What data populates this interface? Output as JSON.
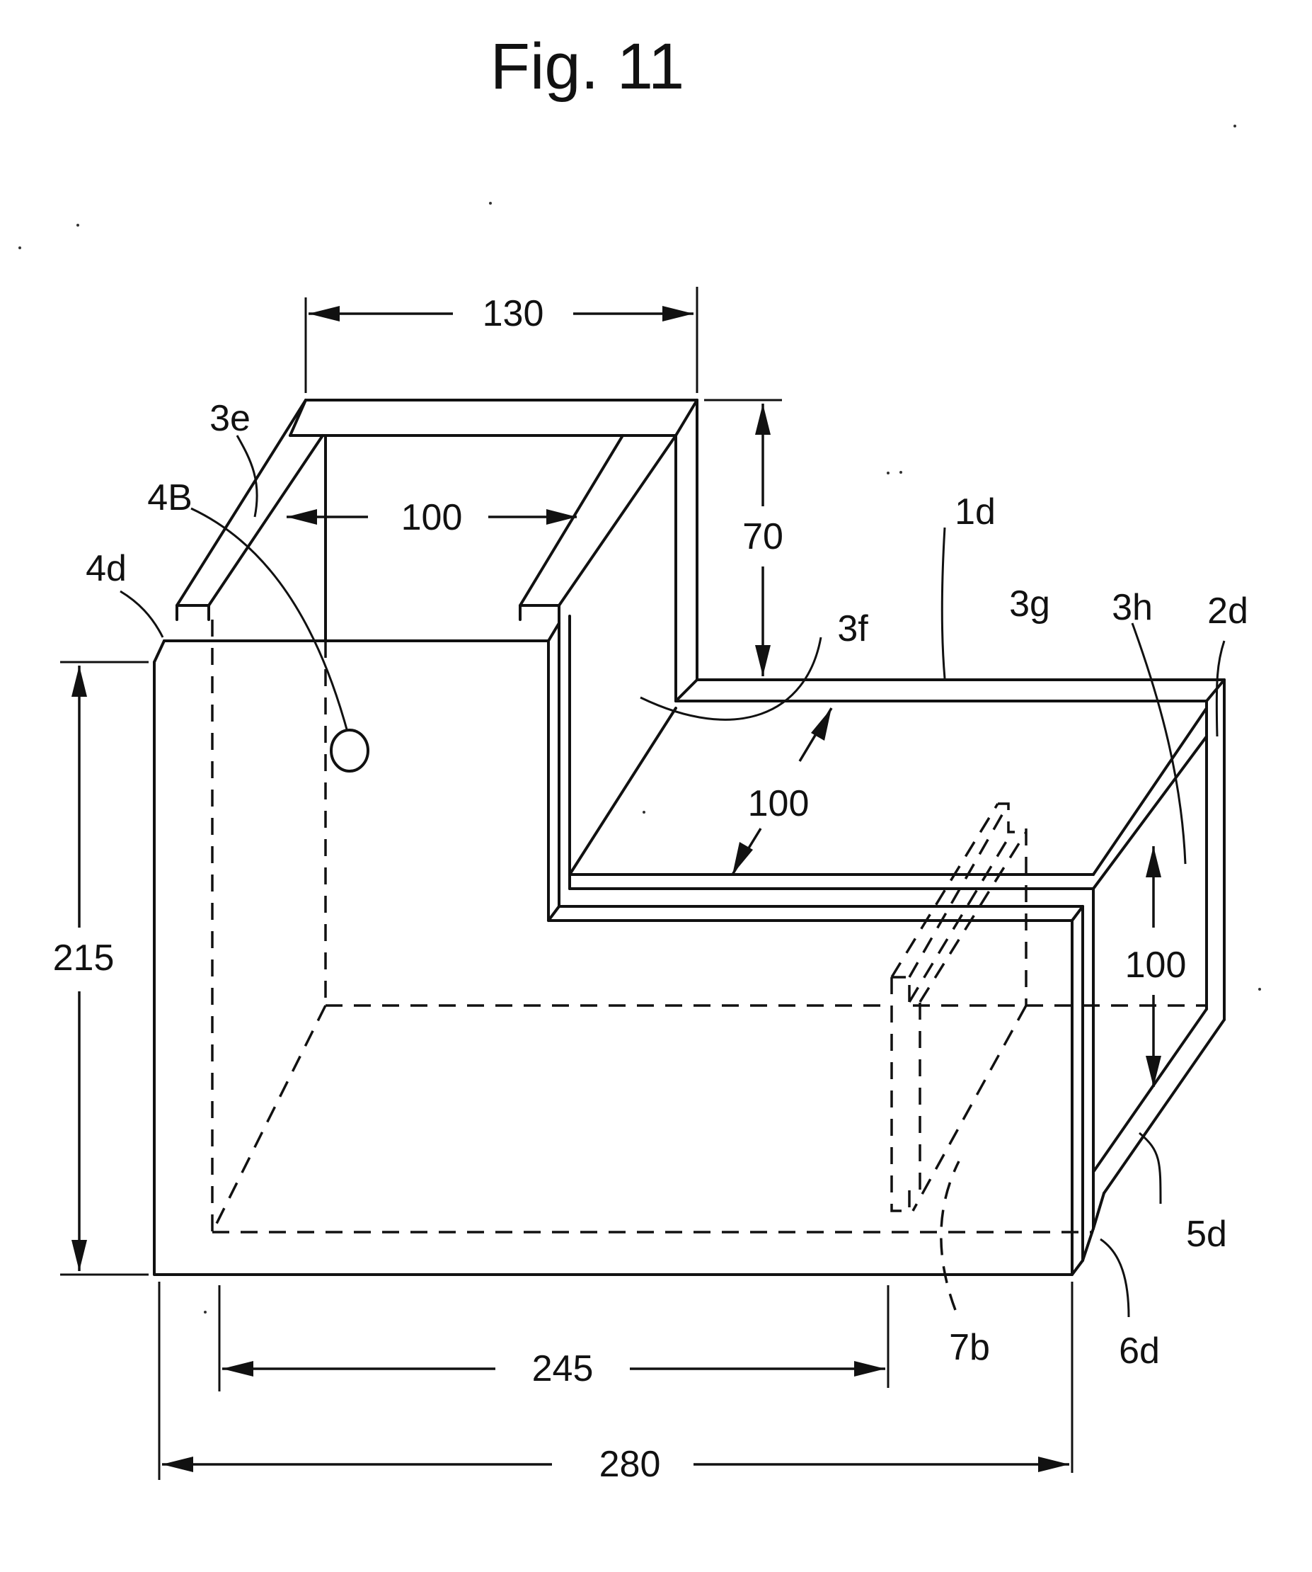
{
  "figure": {
    "title": "Fig. 11",
    "dimensions": {
      "top_width": "130",
      "inner_width": "100",
      "step_height": "70",
      "depth": "100",
      "height": "215",
      "right_height": "100",
      "inner_length": "245",
      "total_length": "280"
    },
    "labels": {
      "l_3e": "3e",
      "l_4B": "4B",
      "l_4d": "4d",
      "l_1d": "1d",
      "l_3f": "3f",
      "l_3g": "3g",
      "l_3h": "3h",
      "l_2d": "2d",
      "l_5d": "5d",
      "l_6d": "6d",
      "l_7b": "7b"
    }
  }
}
